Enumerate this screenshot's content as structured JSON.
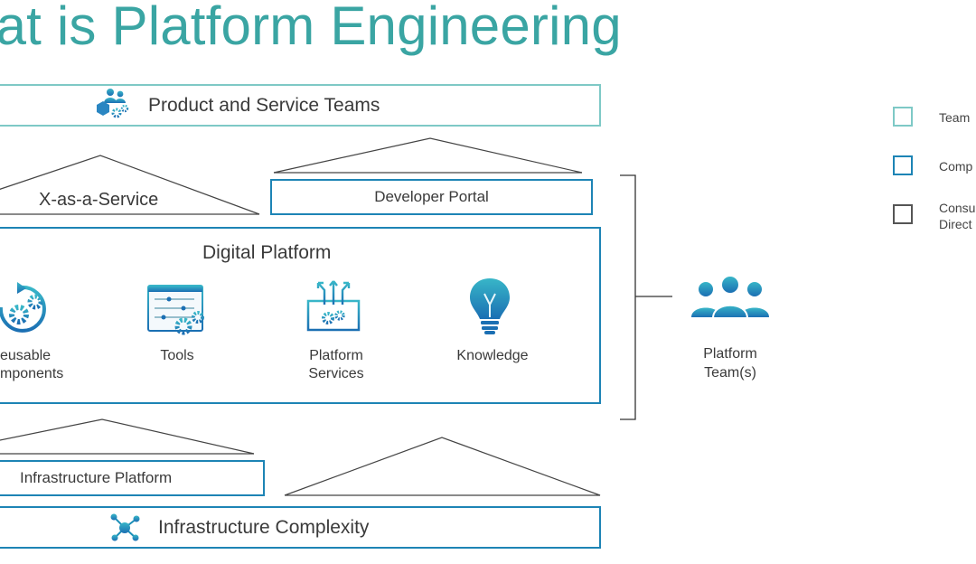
{
  "title": "hat is Platform Engineering",
  "layers": {
    "product_teams": "Product and Service Teams",
    "xaas": "X-as-a-Service",
    "developer_portal": "Developer Portal",
    "digital_platform": "Digital Platform",
    "infrastructure_platform": "Infrastructure Platform",
    "infrastructure_complexity": "Infrastructure Complexity"
  },
  "platform_items": [
    {
      "label_line1": "eusable",
      "label_line2": "mponents",
      "icon": "reusable-components-icon"
    },
    {
      "label_line1": "Tools",
      "label_line2": "",
      "icon": "tools-icon"
    },
    {
      "label_line1": "Platform",
      "label_line2": "Services",
      "icon": "platform-services-icon"
    },
    {
      "label_line1": "Knowledge",
      "label_line2": "",
      "icon": "lightbulb-icon"
    }
  ],
  "platform_team": {
    "line1": "Platform",
    "line2": "Team(s)",
    "icon": "team-people-icon"
  },
  "legend": [
    {
      "text": "Team",
      "color": "#7ec9c6"
    },
    {
      "text": "Comp",
      "color": "#1d84b5"
    },
    {
      "text_line1": "Consu",
      "text_line2": "Direct",
      "color": "#555555"
    }
  ],
  "colors": {
    "teal": "#7ec9c6",
    "blue": "#1d84b5",
    "title": "#3aa5a3",
    "icon_gradient_top": "#38b6c8",
    "icon_gradient_bottom": "#1b6fb3"
  }
}
